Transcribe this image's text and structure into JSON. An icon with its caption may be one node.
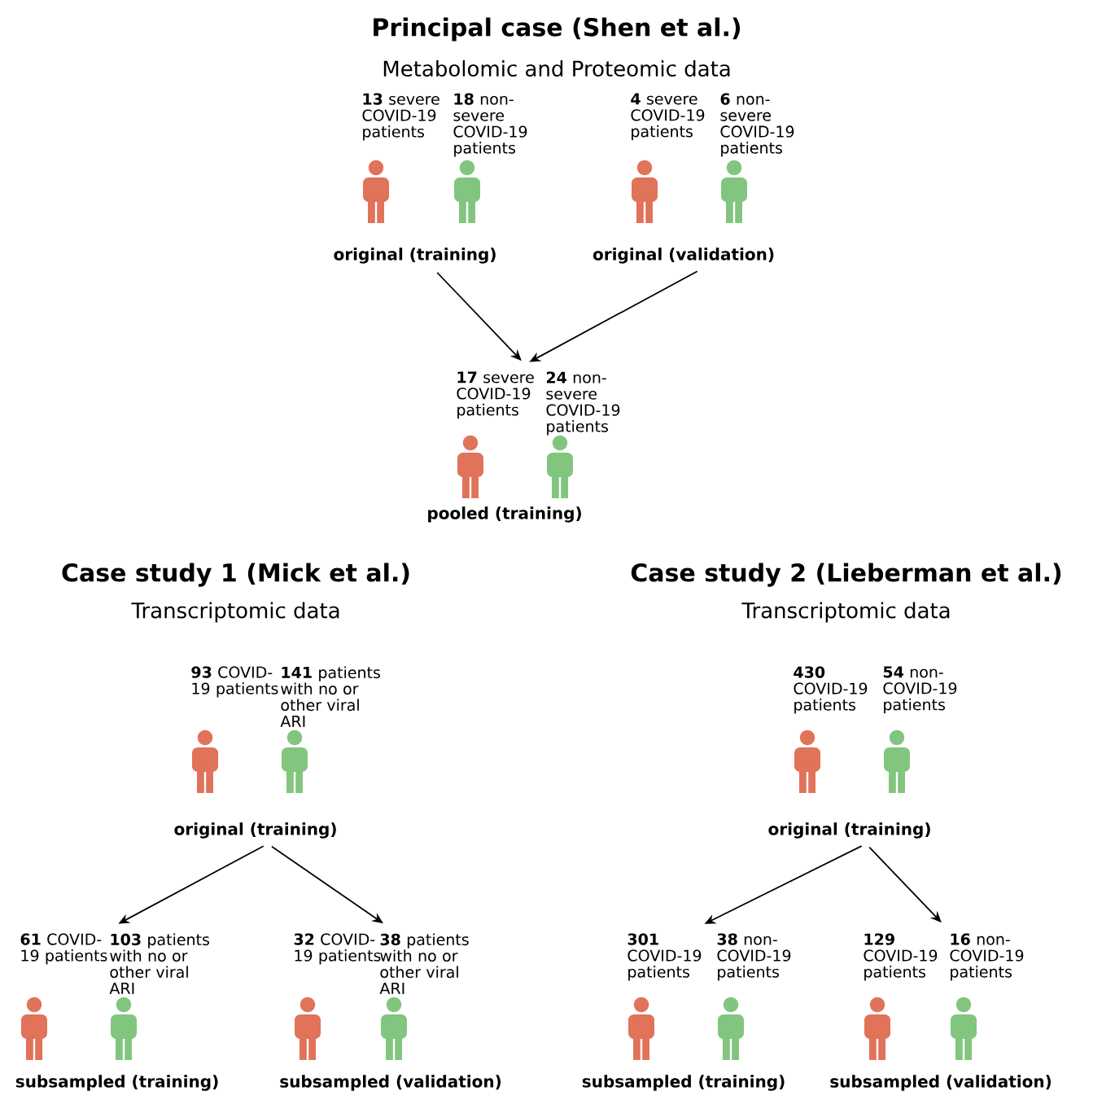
{
  "diagram": {
    "nodes": [
      {
        "text": [
          "**13** severe COVID-19 patients",
          "**18** non-severe COVID-19 patients",
          "original (training)"
        ]
      },
      {
        "text": [
          "**4** severe COVID-19 patients",
          "**6** non-severe COVID-19 patients",
          "original (validation)"
        ]
      },
      {
        "text": [
          "**17** severe COVID-19 patients",
          "**24** non-severe COVID-19 patients",
          "pooled (training)"
        ]
      },
      {
        "text": [
          "**93** COVID-19 patients",
          "**141** patients with no or other viral ARI",
          "original (training)"
        ]
      },
      {
        "text": [
          "**61** COVID-19 patients",
          "**103** patients with no or other viral ARI",
          "subsampled (training)"
        ]
      },
      {
        "text": [
          "**32** COVID-19 patients",
          "**38** patients with no or other viral ARI",
          "subsampled (validation)"
        ]
      },
      {
        "text": [
          "**430** COVID-19 patients",
          "**54** non-COVID-19 patients",
          "original (training)"
        ]
      },
      {
        "text": [
          "**301** COVID-19 patients",
          "**38** non-COVID-19 patients",
          "subsampled (training)"
        ]
      },
      {
        "text": [
          "**129** COVID-19 patients",
          "**16** non-COVID-19 patients",
          "subsampled (validation)"
        ]
      }
    ],
    "edges": [
      {
        "from": 0,
        "to": 2,
        "arrow": "to"
      },
      {
        "from": 1,
        "to": 2,
        "arrow": "to"
      },
      {
        "from": 3,
        "to": 4,
        "arrow": "to"
      },
      {
        "from": 3,
        "to": 5,
        "arrow": "to"
      },
      {
        "from": 6,
        "to": 7,
        "arrow": "to"
      },
      {
        "from": 6,
        "to": 8,
        "arrow": "to"
      }
    ],
    "labels": [
      "Principal case (Shen et al.)",
      "Metabolomic and Proteomic data",
      "Case study 1 (Mick et al.)",
      "Case study 2 (Lieberman et al.)",
      "Transcriptomic data",
      "Transcriptomic data"
    ]
  }
}
